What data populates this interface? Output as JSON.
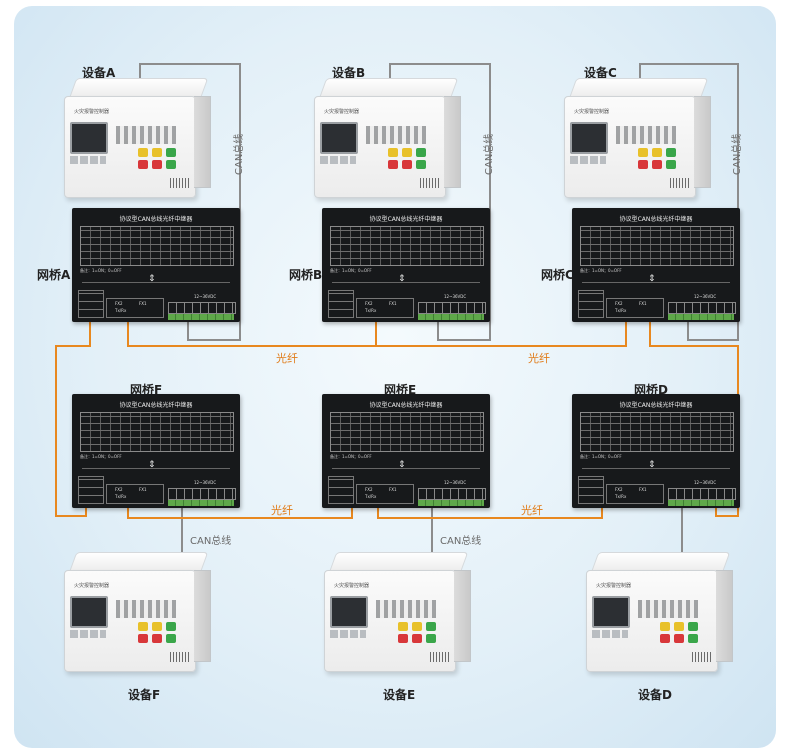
{
  "devices": [
    {
      "id": "A",
      "label": "设备A",
      "brand": "火灾报警控制器"
    },
    {
      "id": "B",
      "label": "设备B",
      "brand": "火灾报警控制器"
    },
    {
      "id": "C",
      "label": "设备C",
      "brand": "火灾报警控制器"
    },
    {
      "id": "F",
      "label": "设备F",
      "brand": "火灾报警控制器"
    },
    {
      "id": "E",
      "label": "设备E",
      "brand": "火灾报警控制器"
    },
    {
      "id": "D",
      "label": "设备D",
      "brand": "火灾报警控制器"
    }
  ],
  "bridges": [
    {
      "id": "A",
      "label": "网桥A",
      "title": "协议型CAN总线光纤中继器",
      "note": "备注：1=ON；0=OFF",
      "fiber_ports": [
        "FX2",
        "FX1"
      ],
      "fiber_sub": "Tx/Rx",
      "voltage": "12~36VDC"
    },
    {
      "id": "B",
      "label": "网桥B",
      "title": "协议型CAN总线光纤中继器",
      "note": "备注：1=ON；0=OFF",
      "fiber_ports": [
        "FX2",
        "FX1"
      ],
      "fiber_sub": "Tx/Rx",
      "voltage": "12~36VDC"
    },
    {
      "id": "C",
      "label": "网桥C",
      "title": "协议型CAN总线光纤中继器",
      "note": "备注：1=ON；0=OFF",
      "fiber_ports": [
        "FX2",
        "FX1"
      ],
      "fiber_sub": "Tx/Rx",
      "voltage": "12~36VDC"
    },
    {
      "id": "F",
      "label": "网桥F",
      "title": "协议型CAN总线光纤中继器",
      "note": "备注：1=ON；0=OFF",
      "fiber_ports": [
        "FX2",
        "FX1"
      ],
      "fiber_sub": "Tx/Rx",
      "voltage": "12~36VDC"
    },
    {
      "id": "E",
      "label": "网桥E",
      "title": "协议型CAN总线光纤中继器",
      "note": "备注：1=ON；0=OFF",
      "fiber_ports": [
        "FX2",
        "FX1"
      ],
      "fiber_sub": "Tx/Rx",
      "voltage": "12~36VDC"
    },
    {
      "id": "D",
      "label": "网桥D",
      "title": "协议型CAN总线光纤中继器",
      "note": "备注：1=ON；0=OFF",
      "fiber_ports": [
        "FX2",
        "FX1"
      ],
      "fiber_sub": "Tx/Rx",
      "voltage": "12~36VDC"
    }
  ],
  "connections": {
    "fiber_label": "光纤",
    "can_label": "CAN总线",
    "fiber_color": "#e8881f",
    "can_color": "#8c8c8c"
  }
}
